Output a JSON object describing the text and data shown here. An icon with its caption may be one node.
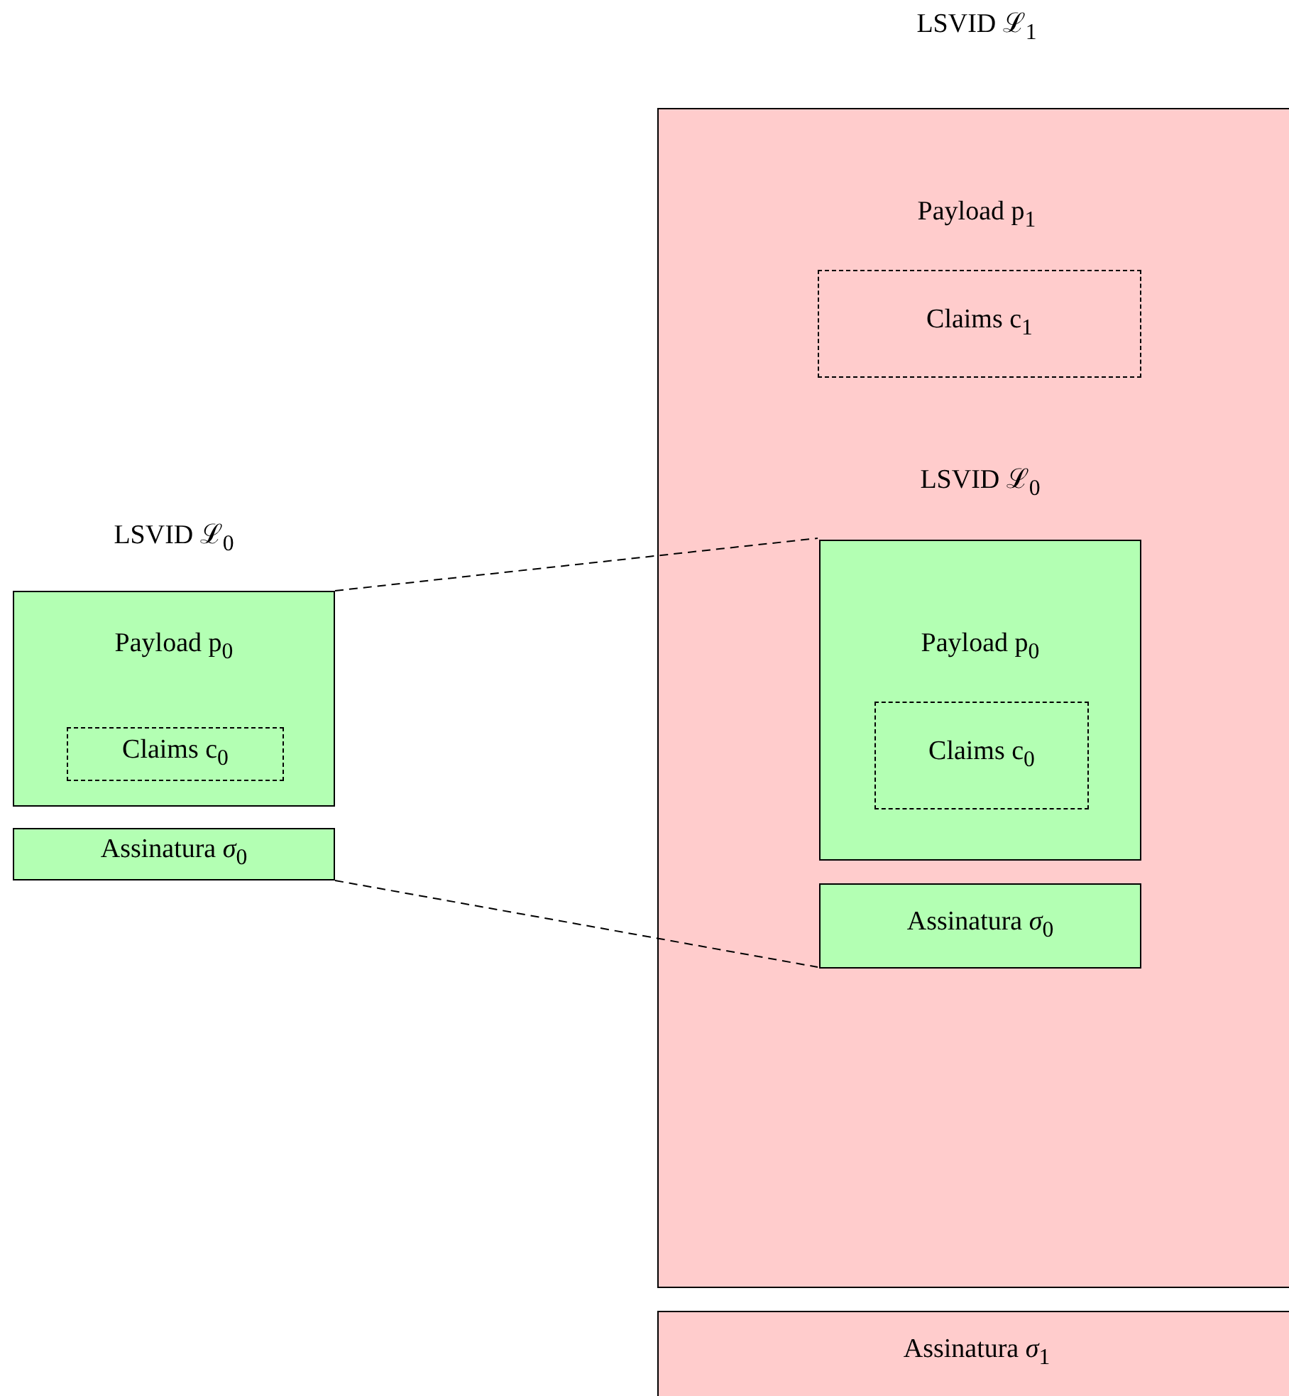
{
  "diagram": {
    "nodes": [
      {
        "text": [
          "LSVID ℒ$_{0}$",
          "Payload p$_{0}$"
        ]
      },
      {
        "text": [
          "Claims c$_{0}$"
        ],
        "in": 0
      },
      {
        "text": [
          "Assinatura *σ*$_{0}$"
        ]
      },
      {
        "text": [
          "LSVID ℒ$_{1}$",
          "Payload p$_{1}$"
        ]
      },
      {
        "text": [
          "Claims c$_{1}$"
        ],
        "in": 3
      },
      {
        "text": [
          "LSVID ℒ$_{0}$",
          "Payload p$_{0}$"
        ],
        "in": 3
      },
      {
        "text": [
          "Claims c$_{0}$"
        ],
        "in": 5
      },
      {
        "text": [
          "Assinatura *σ*$_{0}$"
        ],
        "in": 3
      },
      {
        "text": [
          "Assinatura *σ*$_{1}$"
        ]
      }
    ],
    "edges": [
      {
        "from": 0,
        "to": 5,
        "arrow": "none",
        "style": "dashed"
      },
      {
        "from": 2,
        "to": 7,
        "arrow": "none",
        "style": "dashed"
      }
    ]
  }
}
